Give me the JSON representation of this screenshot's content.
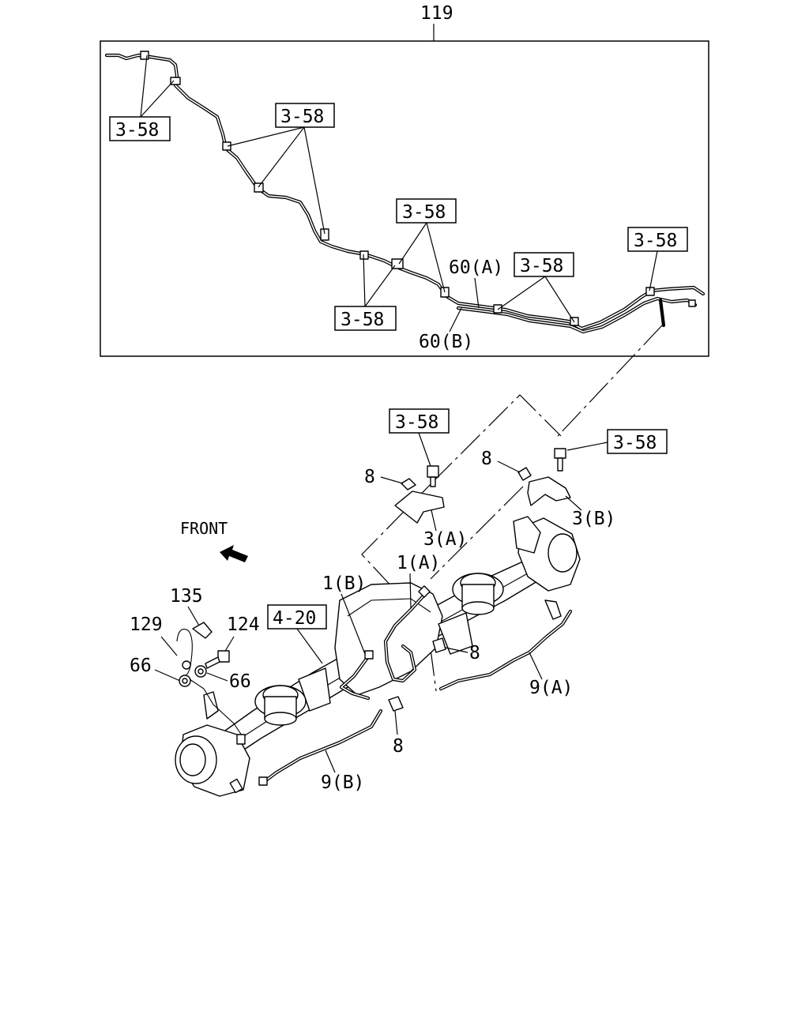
{
  "assembly": {
    "number": "119"
  },
  "callouts": {
    "ref_box": "3-58",
    "ref_box_axle": "4-20",
    "pipe_60a": "60(A)",
    "pipe_60b": "60(B)",
    "clip_8": "8",
    "bracket_3a": "3(A)",
    "bracket_3b": "3(B)",
    "hose_1a": "1(A)",
    "hose_1b": "1(B)",
    "pipe_9a": "9(A)",
    "pipe_9b": "9(B)",
    "p135": "135",
    "p129": "129",
    "p124": "124",
    "p66": "66"
  },
  "orientation": {
    "label": "FRONT"
  }
}
